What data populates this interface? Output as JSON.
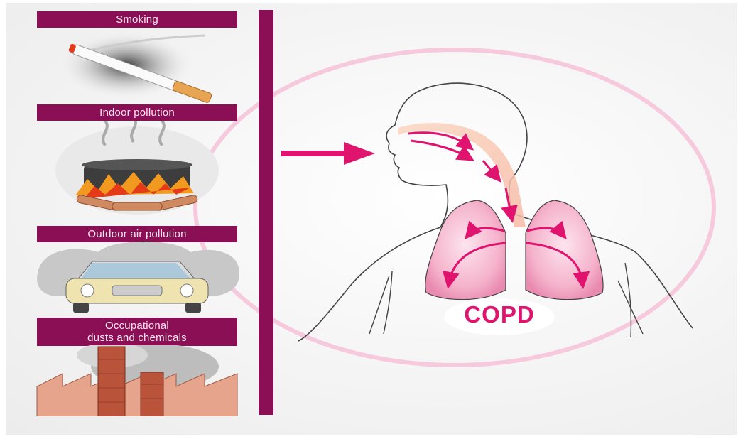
{
  "risk_factors": [
    {
      "label": "Smoking",
      "icon": "cigarette-icon"
    },
    {
      "label": "Indoor pollution",
      "icon": "cooking-fire-icon"
    },
    {
      "label": "Outdoor air pollution",
      "icon": "car-exhaust-icon"
    },
    {
      "label": "Occupational\ndusts and chemicals",
      "icon": "factory-chimney-icon"
    }
  ],
  "outcome": {
    "label": "COPD"
  },
  "colors": {
    "accent": "#8a0f55",
    "arrow": "#e0136f",
    "lung": "#f4a9c4",
    "ring": "#f6c9dc"
  }
}
